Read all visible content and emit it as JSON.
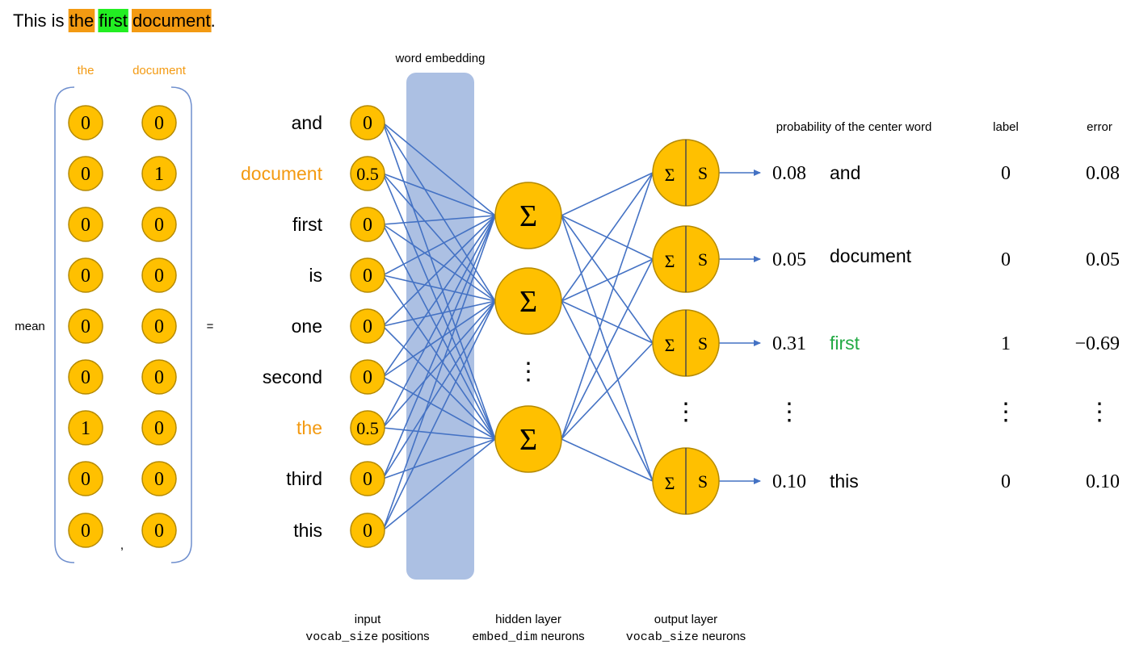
{
  "sentence": {
    "parts": [
      {
        "text": "This is ",
        "highlight": ""
      },
      {
        "text": "the",
        "highlight": "#f39a12"
      },
      {
        "text": " ",
        "highlight": ""
      },
      {
        "text": "first",
        "highlight": "#22ee22"
      },
      {
        "text": " ",
        "highlight": ""
      },
      {
        "text": "document",
        "highlight": "#f39a12"
      },
      {
        "text": ".",
        "highlight": ""
      }
    ]
  },
  "context_matrix": {
    "col_headers": [
      "the",
      "document"
    ],
    "col1": [
      "0",
      "0",
      "0",
      "0",
      "0",
      "0",
      "1",
      "0",
      "0"
    ],
    "col2": [
      "0",
      "1",
      "0",
      "0",
      "0",
      "0",
      "0",
      "0",
      "0"
    ],
    "mean_label": "mean",
    "comma": ",",
    "equals": "="
  },
  "embedding_label": "word embedding",
  "vocab": [
    {
      "word": "and",
      "value": "0",
      "context": false
    },
    {
      "word": "document",
      "value": "0.5",
      "context": true
    },
    {
      "word": "first",
      "value": "0",
      "context": false
    },
    {
      "word": "is",
      "value": "0",
      "context": false
    },
    {
      "word": "one",
      "value": "0",
      "context": false
    },
    {
      "word": "second",
      "value": "0",
      "context": false
    },
    {
      "word": "the",
      "value": "0.5",
      "context": true
    },
    {
      "word": "third",
      "value": "0",
      "context": false
    },
    {
      "word": "this",
      "value": "0",
      "context": false
    }
  ],
  "hidden_symbol": "Σ",
  "output_symbols": {
    "sum": "Σ",
    "softmax": "S"
  },
  "ellipsis": "⋮",
  "output_headers": {
    "probability": "probability of the center word",
    "label": "label",
    "error": "error"
  },
  "outputs": [
    {
      "prob": "0.08",
      "word": "and",
      "label": "0",
      "error": "0.08",
      "center": false
    },
    {
      "prob": "0.05",
      "word": "document",
      "label": "0",
      "error": "0.05",
      "center": false
    },
    {
      "prob": "0.31",
      "word": "first",
      "label": "1",
      "error": "−0.69",
      "center": true
    },
    {
      "prob": "0.10",
      "word": "this",
      "label": "0",
      "error": "0.10",
      "center": false
    }
  ],
  "captions": {
    "input": {
      "line1": "input",
      "code": "vocab_size",
      "rest": " positions"
    },
    "hidden": {
      "line1": "hidden layer",
      "code": "embed_dim",
      "rest": " neurons"
    },
    "output": {
      "line1": "output layer",
      "code": "vocab_size",
      "rest": " neurons"
    }
  },
  "colors": {
    "node_fill": "#ffc000",
    "node_stroke": "#b58a00",
    "edge": "#4472c4",
    "context_word": "#f39a12",
    "center_word": "#22aa44",
    "embed_band": "#a3b9e0",
    "bracket": "#6f8fce"
  }
}
